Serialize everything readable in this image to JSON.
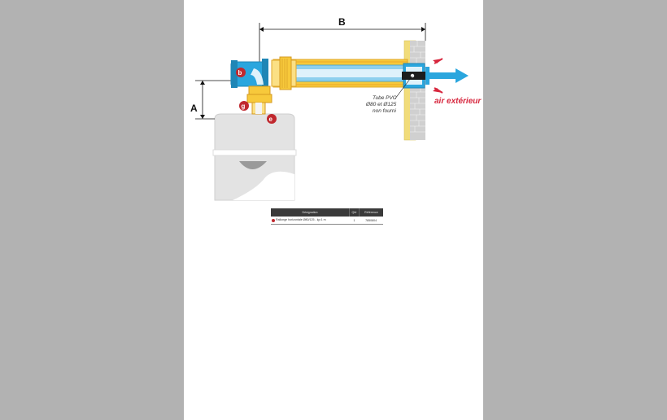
{
  "diagram": {
    "dimension_b": "B",
    "dimension_a": "A",
    "badge_b": "b",
    "badge_g": "g",
    "badge_e": "e",
    "tube_line1": "Tube PVC",
    "tube_line2": "Ø80 et Ø125",
    "tube_line3": "non fourni",
    "air_label": "air extérieur"
  },
  "colors": {
    "pipe_blue": "#2aa6de",
    "pipe_yellow": "#f7c93b",
    "badge_red": "#c0282e",
    "air_arrow": "#2aa6de",
    "accent_red": "#d7263d"
  },
  "table": {
    "headers": [
      "Désignation",
      "Qté",
      "Référence"
    ],
    "rows": [
      {
        "designation": "Rallonge horizontale Ø80/125 - lg=1 m",
        "qte": "1",
        "ref": "7850804"
      }
    ]
  }
}
